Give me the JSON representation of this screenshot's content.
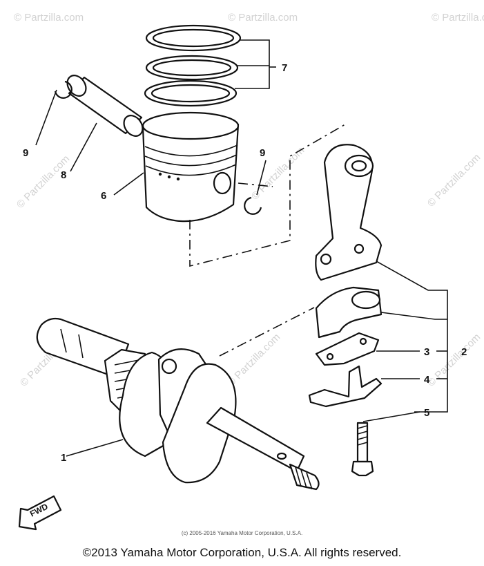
{
  "watermark": "© Partzilla.com",
  "fwd_label": "FWD",
  "callouts": {
    "c1": "1",
    "c2": "2",
    "c3": "3",
    "c4": "4",
    "c5": "5",
    "c6": "6",
    "c7": "7",
    "c8": "8",
    "c9a": "9",
    "c9b": "9"
  },
  "footer": {
    "small_copyright": "(c) 2005-2016 Yamaha Motor Corporation, U.S.A.",
    "main_copyright": "©2013 Yamaha Motor Corporation, U.S.A. All rights reserved."
  }
}
